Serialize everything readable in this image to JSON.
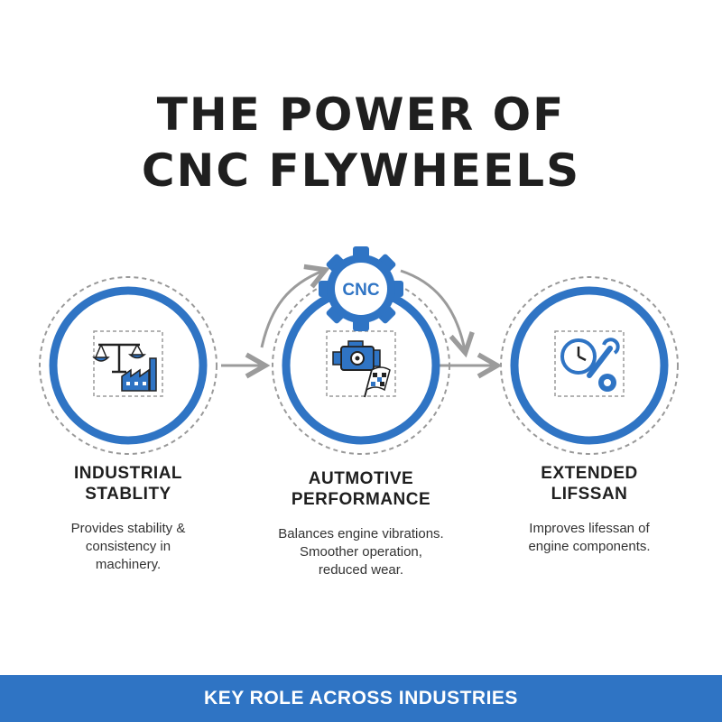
{
  "title": {
    "line1": "THE POWER OF",
    "line2": "CNC FLYWHEELS"
  },
  "colors": {
    "accent": "#2f74c4",
    "dashed": "#9a9a9a",
    "text": "#1f1f1f",
    "arrow": "#9b9b9b"
  },
  "gear_label": "CNC",
  "items": [
    {
      "icon": "scale-and-factory-icon",
      "title_lines": [
        "INDUSTRIAL",
        "STABLITY"
      ],
      "desc_lines": [
        "Provides stability &",
        "consistency in",
        "machinery."
      ]
    },
    {
      "icon": "engine-and-checkered-flag-icon",
      "title_lines": [
        "AUTMOTIVE",
        "PERFORMANCE"
      ],
      "desc_lines": [
        "Balances engine vibrations.",
        "Smoother operation,",
        "reduced wear."
      ]
    },
    {
      "icon": "clock-and-wrench-icon",
      "title_lines": [
        "EXTENDED",
        "LIFSSAN"
      ],
      "desc_lines": [
        "Improves lifessan of",
        "engine components."
      ]
    }
  ],
  "banner": "KEY ROLE ACROSS INDUSTRIES"
}
